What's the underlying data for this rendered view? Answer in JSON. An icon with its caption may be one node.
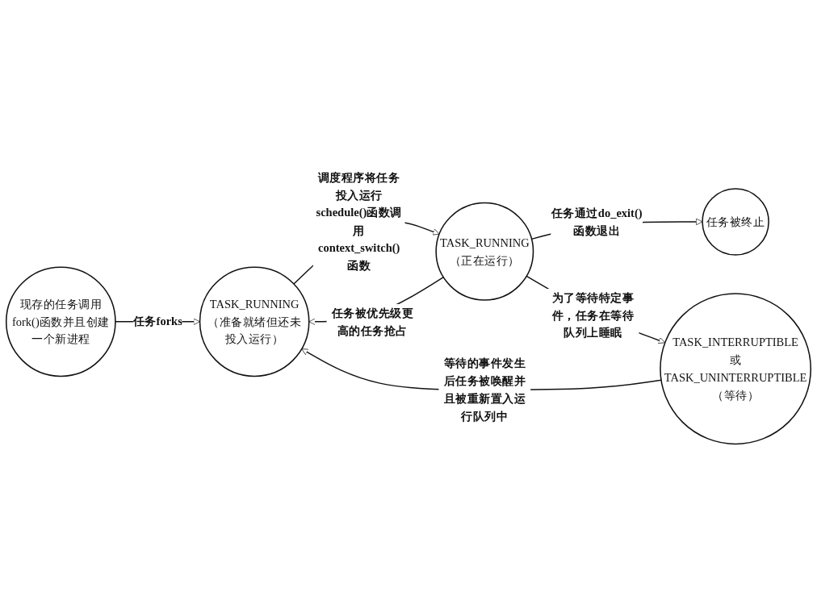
{
  "diagram": {
    "nodes": [
      {
        "text": [
          "现存的任务调用fork()函数并且创建一个新进程"
        ]
      },
      {
        "text": [
          "TASK_RUNNING",
          "（准备就绪但还未投入运行）"
        ]
      },
      {
        "text": [
          "TASK_RUNNING",
          "（正在运行）"
        ]
      },
      {
        "text": [
          "任务被终止"
        ]
      },
      {
        "text": [
          "TASK_INTERRUPTIBLE",
          "或",
          "TASK_UNINTERRUPTIBLE",
          "（等待）"
        ]
      }
    ],
    "edges": [
      {
        "from": 0,
        "to": 1,
        "arrow": "to",
        "label": "任务forks"
      },
      {
        "from": 1,
        "to": 2,
        "arrow": "to",
        "label": "调度程序将任务投入运行 schedule()函数调用context_switch()函数"
      },
      {
        "from": 2,
        "to": 3,
        "arrow": "to",
        "label": "任务通过do_exit()函数退出"
      },
      {
        "from": 2,
        "to": 1,
        "arrow": "to",
        "label": "任务被优先级更高的任务抢占"
      },
      {
        "from": 2,
        "to": 4,
        "arrow": "to",
        "label": "为了等待特定事件，任务在等待队列上睡眠"
      },
      {
        "from": 4,
        "to": 1,
        "arrow": "to",
        "label": "等待的事件发生后任务被唤醒并且被重新置入运行队列中"
      }
    ]
  }
}
